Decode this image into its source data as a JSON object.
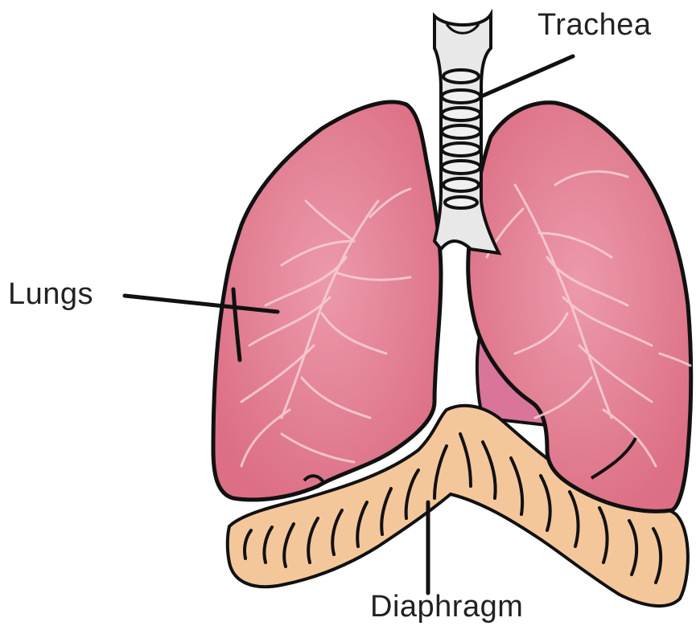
{
  "labels": {
    "trachea": "Trachea",
    "lungs": "Lungs",
    "diaphragm": "Diaphragm"
  },
  "colors": {
    "lung_fill": "#e07b8e",
    "lung_vessels": "#f3c6d0",
    "heart_fill": "#d9749a",
    "diaphragm_fill": "#f4c79b",
    "trachea_fill": "#e8e8e8",
    "outline": "#111111",
    "label_text": "#222222"
  }
}
